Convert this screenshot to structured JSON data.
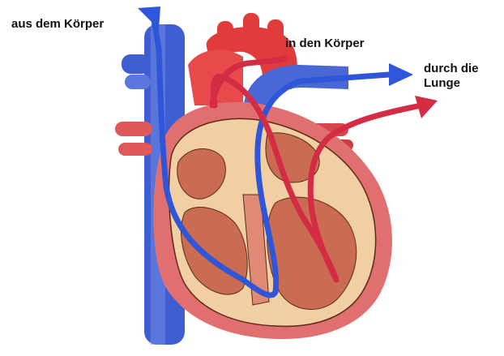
{
  "labels": {
    "from_body": "aus dem Körper",
    "to_body": "in den Körper",
    "to_lung_line1": "durch die",
    "to_lung_line2": "Lunge"
  },
  "colors": {
    "deoxygenated_blue": "#2f56d9",
    "oxygenated_red": "#d42c45",
    "heart_wall": "#e26f70",
    "heart_inner": "#f1cfa2",
    "chamber": "#c96c52",
    "vessel_blue": "#4a67d6",
    "aorta_red": "#e23b3b"
  },
  "icons": [
    "heart-diagram",
    "arrow-head-blue",
    "arrow-head-red"
  ]
}
